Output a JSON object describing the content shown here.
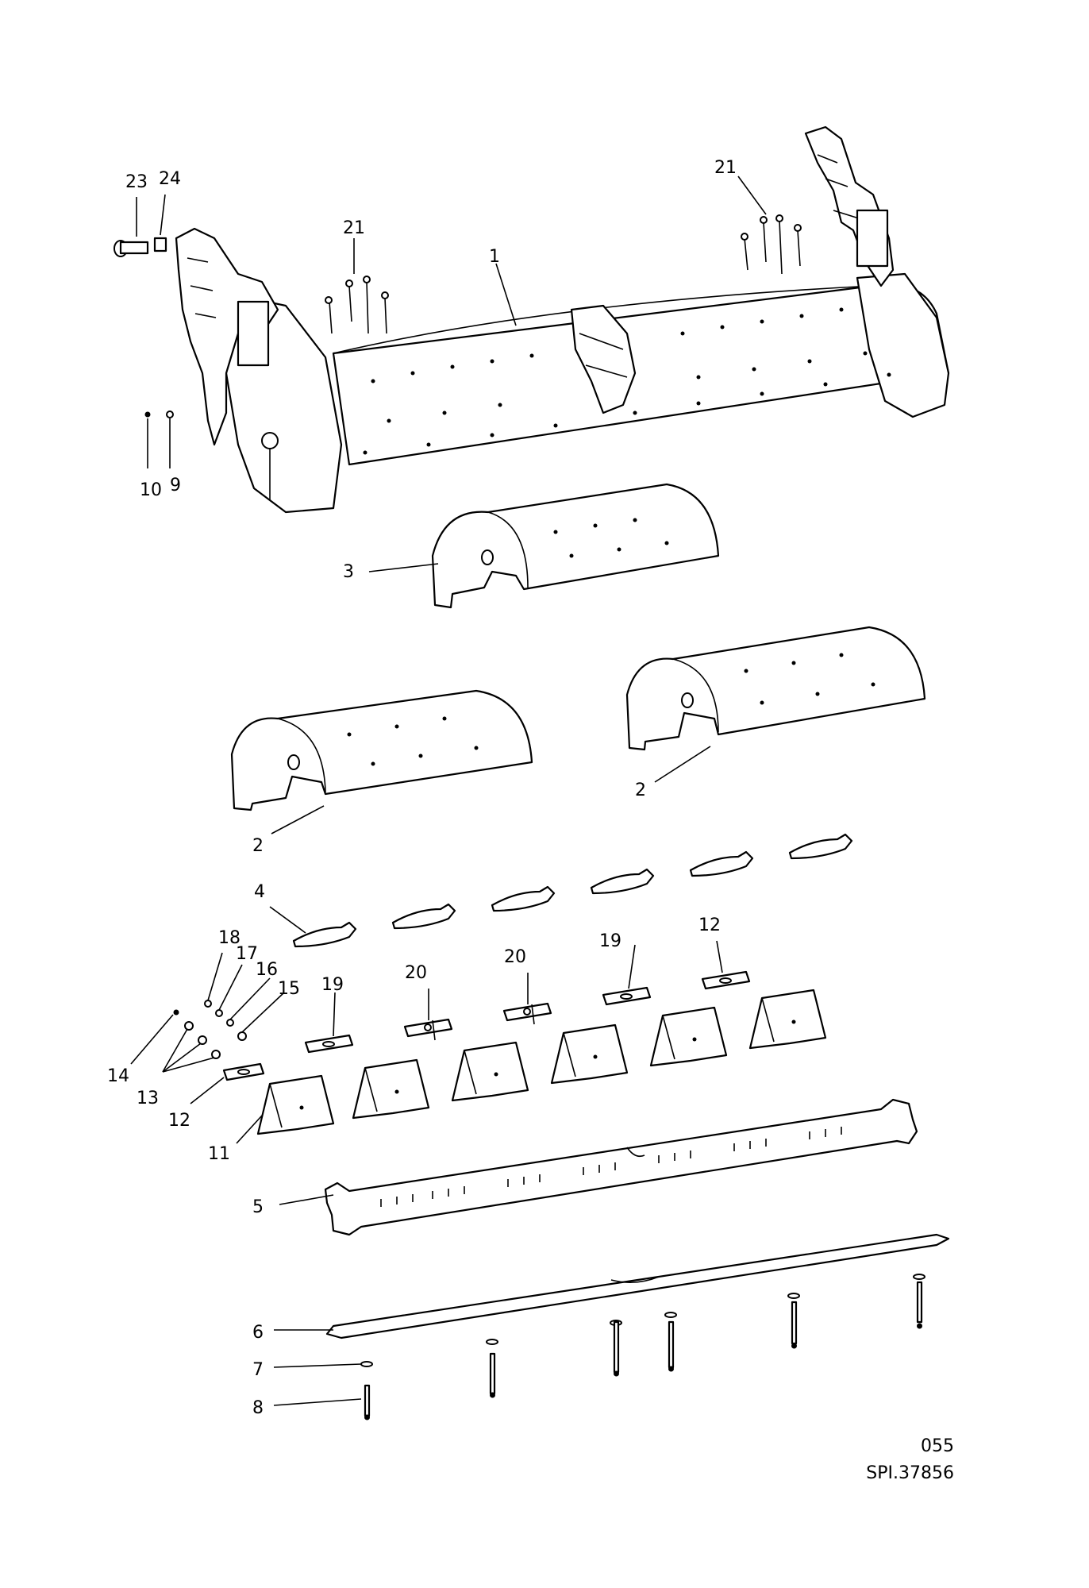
{
  "callouts": {
    "c1": "1",
    "c2a": "2",
    "c2b": "2",
    "c3": "3",
    "c4": "4",
    "c5": "5",
    "c6": "6",
    "c7": "7",
    "c8": "8",
    "c9": "9",
    "c10": "10",
    "c11": "11",
    "c12a": "12",
    "c12b": "12",
    "c13": "13",
    "c14": "14",
    "c15": "15",
    "c16": "16",
    "c17": "17",
    "c18": "18",
    "c19a": "19",
    "c19b": "19",
    "c20a": "20",
    "c20b": "20",
    "c21a": "21",
    "c21b": "21",
    "c23": "23",
    "c24": "24"
  },
  "footer": {
    "page_number": "055",
    "reference": "SPI.37856"
  }
}
